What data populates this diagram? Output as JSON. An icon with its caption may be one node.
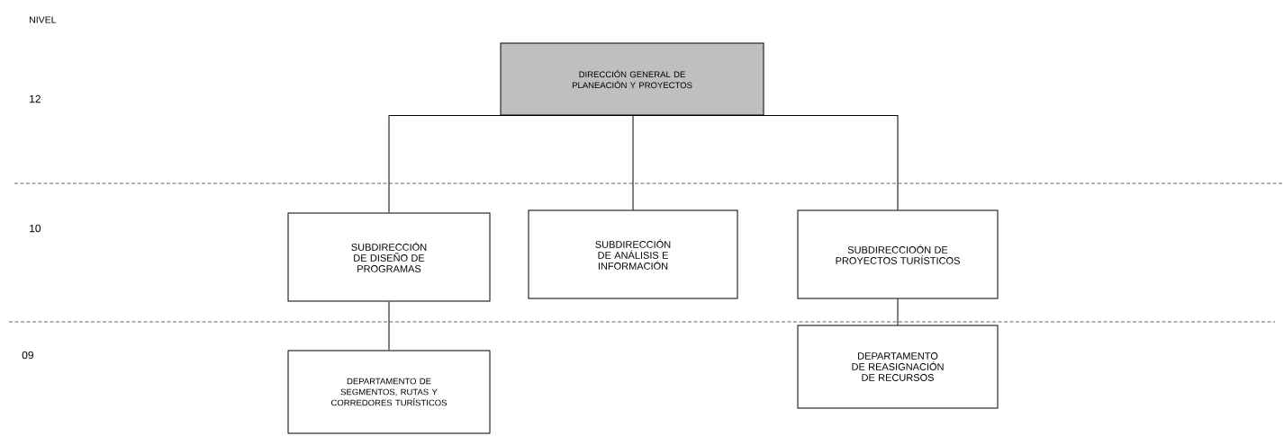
{
  "diagram": {
    "nodes": [
      {
        "text": [
          "DIRECCIÓN GENERAL DE PLANEACIÓN Y PROYECTOS"
        ]
      },
      {
        "text": [
          "SUBDIRECCIÓN DE DISEÑO DE PROGRAMAS"
        ]
      },
      {
        "text": [
          "SUBDIRECCIÓN DE ANÁLISIS E INFORMACIÓN"
        ]
      },
      {
        "text": [
          "SUBDIRECCIOÓN DE PROYECTOS TURÍSTICOS"
        ]
      },
      {
        "text": [
          "DEPARTAMENTO DE SEGMENTOS, RUTAS Y CORREDORES TURÍSTICOS"
        ]
      },
      {
        "text": [
          "DEPARTAMENTO DE REASIGNACIÓN DE RECURSOS"
        ]
      }
    ],
    "edges": [
      {
        "from": 0,
        "to": 1,
        "arrow": "none"
      },
      {
        "from": 0,
        "to": 2,
        "arrow": "none"
      },
      {
        "from": 0,
        "to": 3,
        "arrow": "none"
      },
      {
        "from": 1,
        "to": 4,
        "arrow": "none"
      },
      {
        "from": 3,
        "to": 5,
        "arrow": "none"
      }
    ],
    "labels": [
      "NIVEL",
      "12",
      "10",
      "09"
    ]
  }
}
